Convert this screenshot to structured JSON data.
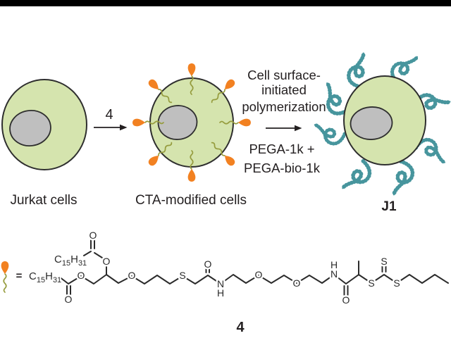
{
  "scheme": {
    "jurkat_label": "Jurkat cells",
    "cta_label": "CTA-modified cells",
    "j1_label": "J1",
    "step1_reagent": "4",
    "reaction_lines": [
      "Cell surface-",
      "initiated",
      "polymerization"
    ],
    "reagent_lines": [
      "PEGA-1k  +",
      "PEGA-bio-1k"
    ]
  },
  "legend": {
    "equals_sign": "="
  },
  "compound": {
    "number": "4",
    "lipid": {
      "C": "C",
      "c_sub": "15",
      "H": "H",
      "h_sub": "31"
    },
    "atoms": {
      "O": "O",
      "S": "S",
      "N": "N",
      "H": "H"
    }
  },
  "icons": {
    "cta_anchor": "orange-teardrop-icon",
    "lipid_tail": "olive-squiggle-icon",
    "polymer_chain": "teal-polymer-curl-icon"
  },
  "colors": {
    "cell_fill": "#d5e4ae",
    "cell_outline": "#2e2e2e",
    "nucleus_fill": "#bfbfbf",
    "anchor_orange": "#f28121",
    "lipid_squiggle_olive": "#969c3e",
    "polymer_teal": "#47959d",
    "text_black": "#231f20",
    "letterbox_black": "#000000"
  }
}
